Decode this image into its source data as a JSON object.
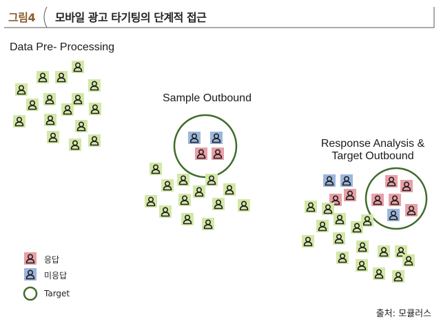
{
  "header": {
    "figure_label": "그림4",
    "title": "모바일 광고 타기팅의 단계적 접근"
  },
  "stages": {
    "preprocessing": "Data Pre- Processing",
    "sample": "Sample Outbound",
    "response_line1": "Response Analysis &",
    "response_line2": "Target Outbound"
  },
  "legend": {
    "response": "응답",
    "no_response": "미응답",
    "target": "Target"
  },
  "source": "출처: 모큘러스",
  "colors": {
    "neutral": "#d3e8a6",
    "response": "#e8a0a6",
    "no_response": "#9cb6dc",
    "target_ring": "#3f6b2a",
    "icon_stroke": "#1e1e1e"
  },
  "icons": {
    "group1": [
      [
        113,
        97,
        "n"
      ],
      [
        62,
        112,
        "n"
      ],
      [
        89,
        112,
        "n"
      ],
      [
        31,
        130,
        "n"
      ],
      [
        137,
        124,
        "n"
      ],
      [
        72,
        144,
        "n"
      ],
      [
        113,
        144,
        "n"
      ],
      [
        47,
        152,
        "n"
      ],
      [
        98,
        159,
        "n"
      ],
      [
        138,
        158,
        "n"
      ],
      [
        28,
        176,
        "n"
      ],
      [
        73,
        174,
        "n"
      ],
      [
        118,
        183,
        "n"
      ],
      [
        77,
        199,
        "n"
      ],
      [
        109,
        210,
        "n"
      ],
      [
        137,
        204,
        "n"
      ]
    ],
    "group2": [
      [
        282,
        200,
        "b"
      ],
      [
        314,
        200,
        "b"
      ],
      [
        292,
        223,
        "r"
      ],
      [
        316,
        223,
        "r"
      ],
      [
        226,
        245,
        "n"
      ],
      [
        243,
        269,
        "n"
      ],
      [
        266,
        261,
        "n"
      ],
      [
        307,
        261,
        "n"
      ],
      [
        333,
        275,
        "n"
      ],
      [
        289,
        278,
        "n"
      ],
      [
        219,
        292,
        "n"
      ],
      [
        268,
        290,
        "n"
      ],
      [
        317,
        296,
        "n"
      ],
      [
        354,
        298,
        "n"
      ],
      [
        240,
        307,
        "n"
      ],
      [
        272,
        318,
        "n"
      ],
      [
        302,
        325,
        "n"
      ]
    ],
    "group3": [
      [
        478,
        262,
        "b"
      ],
      [
        503,
        262,
        "b"
      ],
      [
        487,
        290,
        "r"
      ],
      [
        508,
        283,
        "r"
      ],
      [
        568,
        263,
        "r"
      ],
      [
        590,
        270,
        "r"
      ],
      [
        548,
        290,
        "r"
      ],
      [
        573,
        290,
        "r"
      ],
      [
        597,
        305,
        "r"
      ],
      [
        571,
        312,
        "b"
      ],
      [
        451,
        300,
        "n"
      ],
      [
        476,
        303,
        "n"
      ],
      [
        533,
        320,
        "n"
      ],
      [
        468,
        328,
        "n"
      ],
      [
        493,
        318,
        "n"
      ],
      [
        518,
        330,
        "n"
      ],
      [
        447,
        350,
        "n"
      ],
      [
        492,
        346,
        "n"
      ],
      [
        526,
        358,
        "n"
      ],
      [
        557,
        365,
        "n"
      ],
      [
        582,
        365,
        "n"
      ],
      [
        497,
        374,
        "n"
      ],
      [
        593,
        378,
        "n"
      ],
      [
        525,
        385,
        "n"
      ],
      [
        550,
        397,
        "n"
      ],
      [
        578,
        401,
        "n"
      ]
    ]
  },
  "legend_icons": [
    [
      44,
      375,
      "r"
    ],
    [
      44,
      398,
      "b"
    ]
  ]
}
